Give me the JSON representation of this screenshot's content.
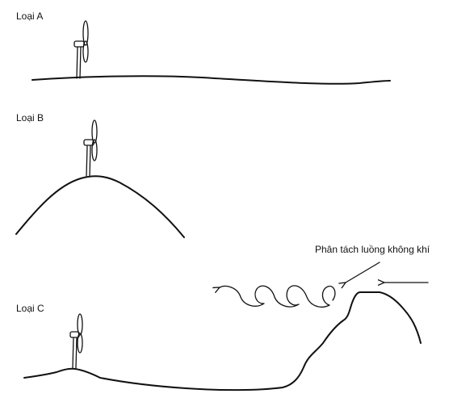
{
  "panels": [
    {
      "id": "a",
      "label": "Loại A"
    },
    {
      "id": "b",
      "label": "Loại B"
    },
    {
      "id": "c",
      "label": "Loại C"
    }
  ],
  "annotation": {
    "flow_separation_label": "Phân tách luồng không khí"
  },
  "colors": {
    "ink": "#111111",
    "background": "#ffffff"
  }
}
